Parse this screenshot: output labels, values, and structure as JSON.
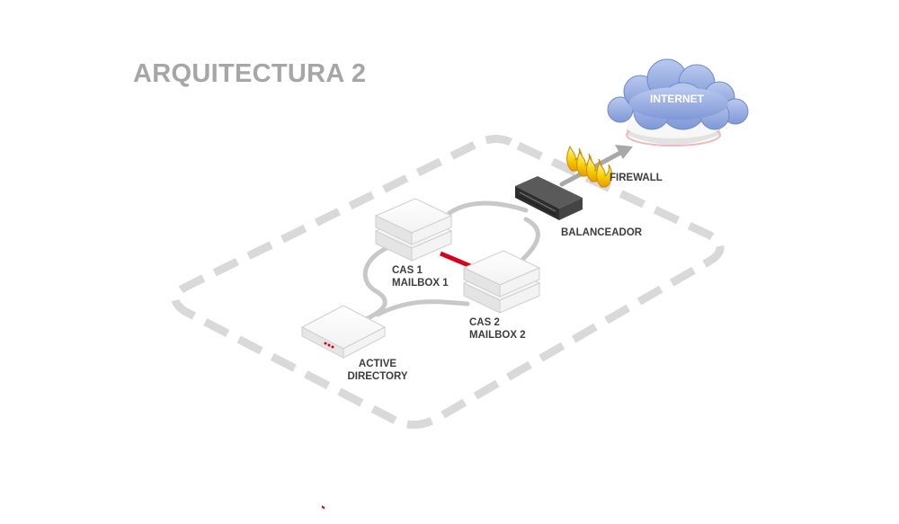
{
  "title": "ARQUITECTURA 2",
  "nodes": {
    "internet": {
      "label": "INTERNET"
    },
    "firewall": {
      "label": "FIREWALL"
    },
    "balancer": {
      "label": "BALANCEADOR"
    },
    "server1": {
      "line1": "CAS 1",
      "line2": "MAILBOX 1"
    },
    "server2": {
      "line1": "CAS 2",
      "line2": "MAILBOX 2"
    },
    "active_directory": {
      "line1": "ACTIVE",
      "line2": "DIRECTORY"
    }
  },
  "colors": {
    "title": "#a6a6a6",
    "dashed_boundary": "#d9d9d9",
    "cable": "#c8c8c8",
    "replication_link": "#d6001c",
    "cloud": "#8fa8e0",
    "balancer": "#3c3c3c",
    "flame": "#f5c400"
  }
}
